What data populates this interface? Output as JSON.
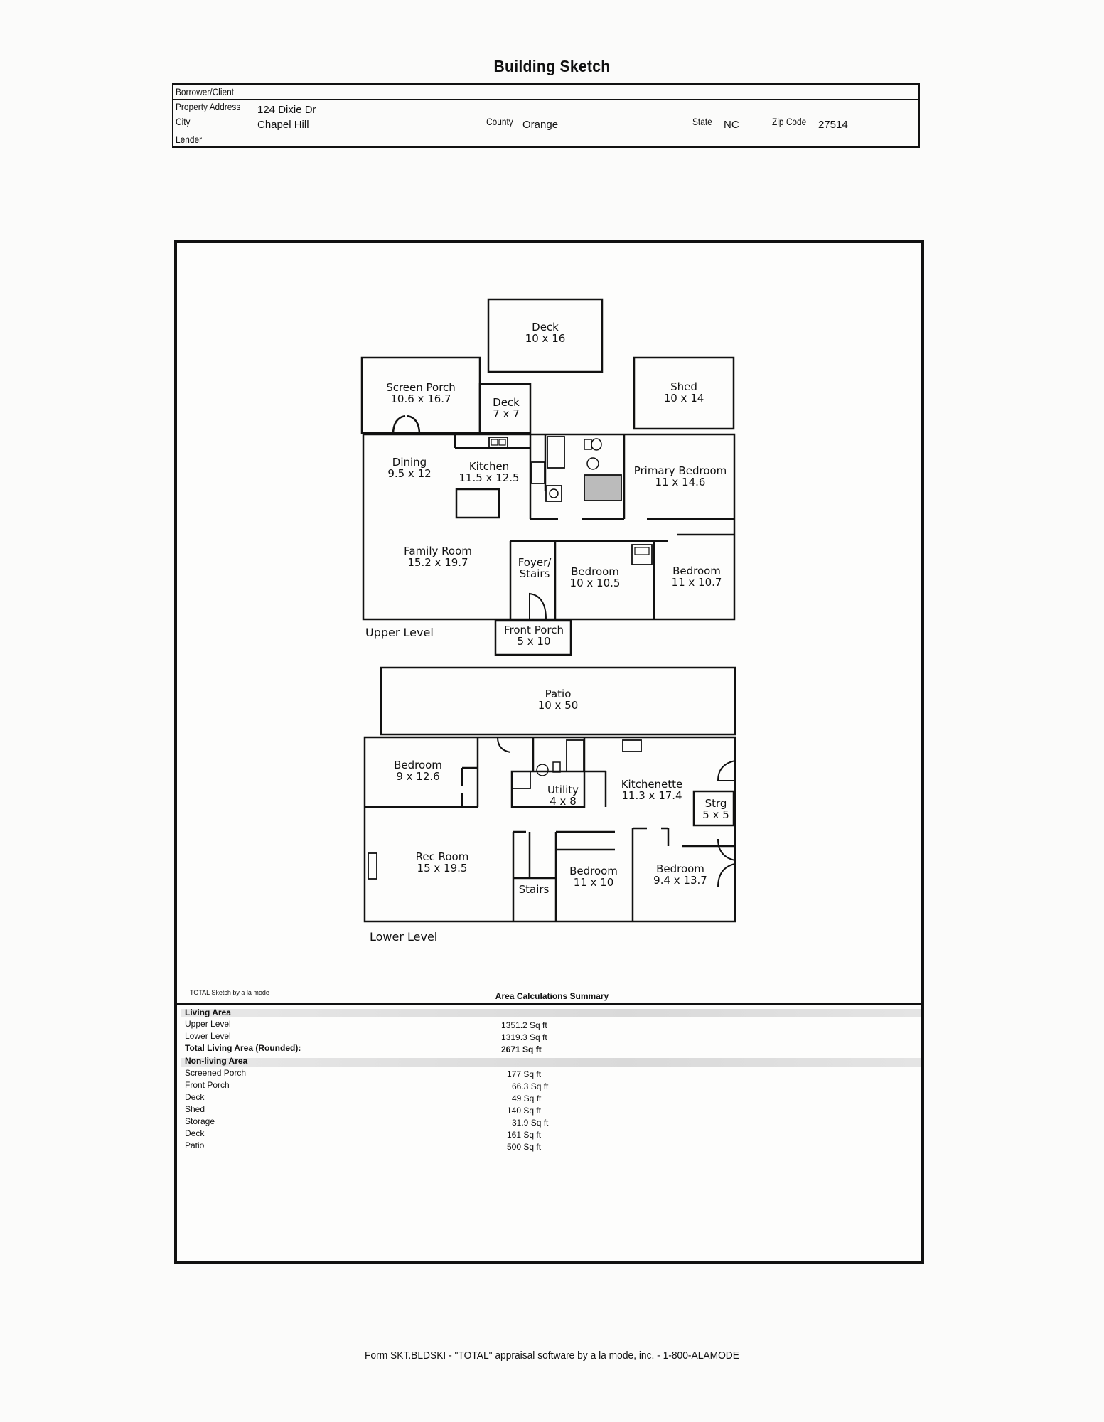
{
  "title": "Building Sketch",
  "header": {
    "borrower_label": "Borrower/Client",
    "borrower_value": "",
    "address_label": "Property Address",
    "address_value": "124 Dixie Dr",
    "city_label": "City",
    "city_value": "Chapel Hill",
    "county_label": "County",
    "county_value": "Orange",
    "state_label": "State",
    "state_value": "NC",
    "zip_label": "Zip Code",
    "zip_value": "27514",
    "lender_label": "Lender",
    "lender_value": ""
  },
  "rooms": {
    "deck_top": {
      "name": "Deck",
      "dims": "10 x 16"
    },
    "screen_porch": {
      "name": "Screen Porch",
      "dims": "10.6 x 16.7"
    },
    "deck_small": {
      "name": "Deck",
      "dims": "7 x 7"
    },
    "shed": {
      "name": "Shed",
      "dims": "10 x 14"
    },
    "dining": {
      "name": "Dining",
      "dims": "9.5 x 12"
    },
    "kitchen": {
      "name": "Kitchen",
      "dims": "11.5 x 12.5"
    },
    "primary_bedroom": {
      "name": "Primary Bedroom",
      "dims": "11 x 14.6"
    },
    "family_room": {
      "name": "Family Room",
      "dims": "15.2 x 19.7"
    },
    "foyer": {
      "name": "Foyer/",
      "dims": "Stairs"
    },
    "bedroom_up1": {
      "name": "Bedroom",
      "dims": "10 x 10.5"
    },
    "bedroom_up2": {
      "name": "Bedroom",
      "dims": "11 x 10.7"
    },
    "front_porch": {
      "name": "Front Porch",
      "dims": "5 x 10"
    },
    "patio": {
      "name": "Patio",
      "dims": "10 x 50"
    },
    "bedroom_low1": {
      "name": "Bedroom",
      "dims": "9 x 12.6"
    },
    "utility": {
      "name": "Utility",
      "dims": "4 x 8"
    },
    "kitchenette": {
      "name": "Kitchenette",
      "dims": "11.3 x 17.4"
    },
    "storage": {
      "name": "Strg",
      "dims": "5 x 5"
    },
    "rec_room": {
      "name": "Rec Room",
      "dims": "15 x 19.5"
    },
    "stairs_low": {
      "name": "Stairs",
      "dims": ""
    },
    "bedroom_low2": {
      "name": "Bedroom",
      "dims": "11 x 10"
    },
    "bedroom_low3": {
      "name": "Bedroom",
      "dims": "9.4 x 13.7"
    }
  },
  "levels": {
    "upper": "Upper Level",
    "lower": "Lower Level"
  },
  "credit": "TOTAL Sketch by a la mode",
  "summary": {
    "title": "Area Calculations Summary",
    "living_header": "Living Area",
    "living": [
      {
        "label": "Upper Level",
        "value": "1351.2 Sq ft"
      },
      {
        "label": "Lower Level",
        "value": "1319.3 Sq ft"
      }
    ],
    "total_label": "Total Living Area (Rounded):",
    "total_value": "2671 Sq ft",
    "nonliving_header": "Non-living Area",
    "nonliving": [
      {
        "label": "Screened Porch",
        "value": "177 Sq ft"
      },
      {
        "label": "Front Porch",
        "value": "66.3 Sq ft"
      },
      {
        "label": "Deck",
        "value": "49 Sq ft"
      },
      {
        "label": "Shed",
        "value": "140 Sq ft"
      },
      {
        "label": "Storage",
        "value": "31.9 Sq ft"
      },
      {
        "label": "Deck",
        "value": "161 Sq ft"
      },
      {
        "label": "Patio",
        "value": "500 Sq ft"
      }
    ]
  },
  "footer": "Form SKT.BLDSKI - \"TOTAL\" appraisal software by a la mode, inc. - 1-800-ALAMODE"
}
